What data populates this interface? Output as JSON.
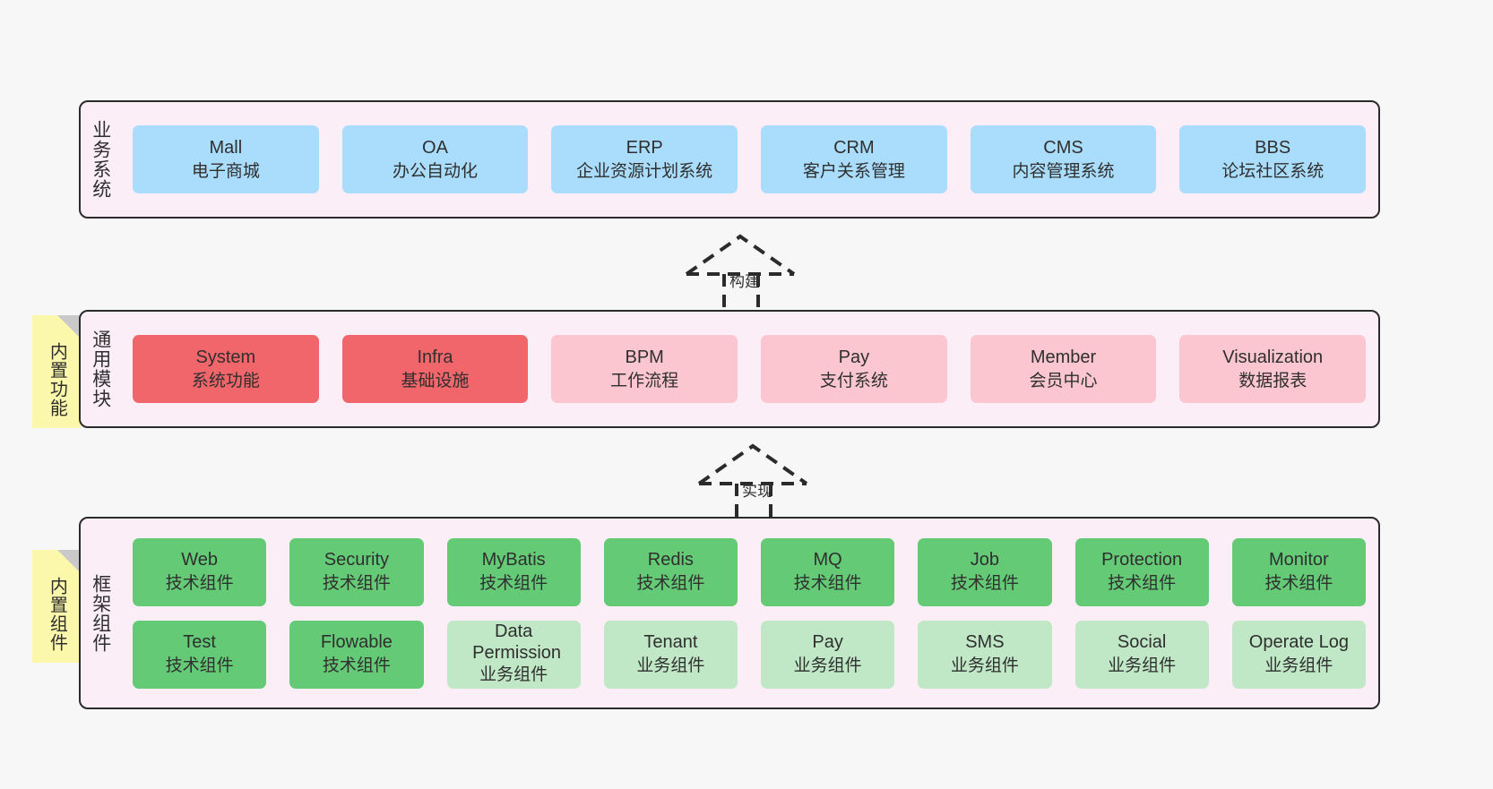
{
  "diagram": {
    "title": "System architecture layers",
    "colors": {
      "section_bg": "#fbeef7",
      "section_border": "#2b2b2b",
      "business_card": "#aadcfb",
      "module_core_card": "#f1666b",
      "module_card": "#fbc6cf",
      "tech_card": "#64ca76",
      "biz_component_card": "#c0e8c6",
      "sticky": "#fcf8ab",
      "sticky_fold": "#c9c9c9",
      "canvas": "#f7f7f7"
    }
  },
  "sections": {
    "business": {
      "label": "业务系统",
      "cards": [
        {
          "en": "Mall",
          "cn": "电子商城",
          "style": "blue"
        },
        {
          "en": "OA",
          "cn": "办公自动化",
          "style": "blue"
        },
        {
          "en": "ERP",
          "cn": "企业资源计划系统",
          "style": "blue"
        },
        {
          "en": "CRM",
          "cn": "客户关系管理",
          "style": "blue"
        },
        {
          "en": "CMS",
          "cn": "内容管理系统",
          "style": "blue"
        },
        {
          "en": "BBS",
          "cn": "论坛社区系统",
          "style": "blue"
        }
      ]
    },
    "module": {
      "label": "通用模块",
      "sticky": "内置功能",
      "cards": [
        {
          "en": "System",
          "cn": "系统功能",
          "style": "red"
        },
        {
          "en": "Infra",
          "cn": "基础设施",
          "style": "red"
        },
        {
          "en": "BPM",
          "cn": "工作流程",
          "style": "pink"
        },
        {
          "en": "Pay",
          "cn": "支付系统",
          "style": "pink"
        },
        {
          "en": "Member",
          "cn": "会员中心",
          "style": "pink"
        },
        {
          "en": "Visualization",
          "cn": "数据报表",
          "style": "pink"
        }
      ]
    },
    "framework": {
      "label": "框架组件",
      "sticky": "内置组件",
      "rows": [
        [
          {
            "en": "Web",
            "cn": "技术组件",
            "style": "green"
          },
          {
            "en": "Security",
            "cn": "技术组件",
            "style": "green"
          },
          {
            "en": "MyBatis",
            "cn": "技术组件",
            "style": "green"
          },
          {
            "en": "Redis",
            "cn": "技术组件",
            "style": "green"
          },
          {
            "en": "MQ",
            "cn": "技术组件",
            "style": "green"
          },
          {
            "en": "Job",
            "cn": "技术组件",
            "style": "green"
          },
          {
            "en": "Protection",
            "cn": "技术组件",
            "style": "green"
          },
          {
            "en": "Monitor",
            "cn": "技术组件",
            "style": "green"
          }
        ],
        [
          {
            "en": "Test",
            "cn": "技术组件",
            "style": "green"
          },
          {
            "en": "Flowable",
            "cn": "技术组件",
            "style": "green"
          },
          {
            "en": "Data Permission",
            "cn": "业务组件",
            "style": "lgreen"
          },
          {
            "en": "Tenant",
            "cn": "业务组件",
            "style": "lgreen"
          },
          {
            "en": "Pay",
            "cn": "业务组件",
            "style": "lgreen"
          },
          {
            "en": "SMS",
            "cn": "业务组件",
            "style": "lgreen"
          },
          {
            "en": "Social",
            "cn": "业务组件",
            "style": "lgreen"
          },
          {
            "en": "Operate Log",
            "cn": "业务组件",
            "style": "lgreen"
          }
        ]
      ]
    }
  },
  "arrows": [
    {
      "label": "构建"
    },
    {
      "label": "实现"
    }
  ]
}
